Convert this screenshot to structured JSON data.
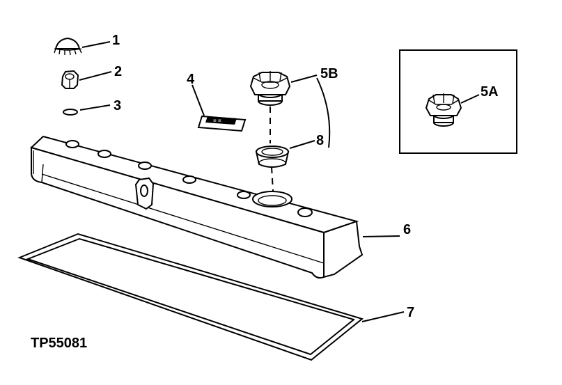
{
  "figure_id": "TP55081",
  "callouts": {
    "c1": "1",
    "c2": "2",
    "c3": "3",
    "c4": "4",
    "c5a": "5A",
    "c5b": "5B",
    "c6": "6",
    "c7": "7",
    "c8": "8"
  },
  "decal_text": "≡ ≡",
  "colors": {
    "line": "#000000",
    "background": "#ffffff"
  }
}
